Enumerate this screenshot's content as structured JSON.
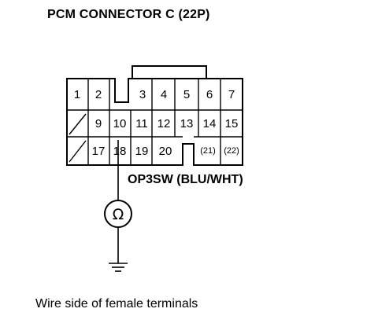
{
  "title": "PCM CONNECTOR C (22P)",
  "wire_label": "OP3SW (BLU/WHT)",
  "caption": "Wire side of female terminals",
  "pins": {
    "row1": [
      "1",
      "2",
      "3",
      "4",
      "5",
      "6",
      "7"
    ],
    "row2": [
      "9",
      "10",
      "11",
      "12",
      "13",
      "14",
      "15"
    ],
    "row3": [
      "17",
      "18",
      "19",
      "20",
      "(21)",
      "(22)"
    ]
  },
  "meter_symbol": "Ω",
  "icons": {
    "meter": "ohmmeter-icon",
    "ground": "ground-icon"
  }
}
